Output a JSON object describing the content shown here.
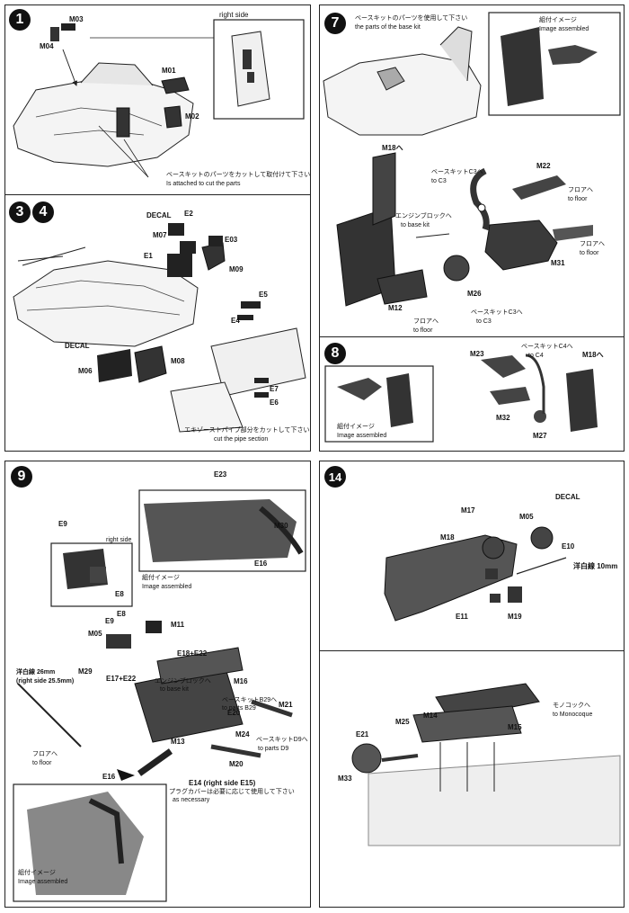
{
  "panel1": {
    "badge": "1",
    "inset_title": "right side",
    "parts": {
      "m03": "M03",
      "m04": "M04",
      "m01": "M01",
      "m02": "M02"
    },
    "note_jp": "ベースキットのパーツをカットして取付けて下さい",
    "note_en": "Is attached to cut the parts"
  },
  "panel34": {
    "badge_a": "3",
    "badge_b": "4",
    "parts": {
      "decal_top": "DECAL",
      "e2": "E2",
      "m07": "M07",
      "e03": "E03",
      "e1": "E1",
      "m09": "M09",
      "decal_bottom": "DECAL",
      "m06": "M06",
      "m08": "M08",
      "e5": "E5",
      "e4": "E4",
      "e7": "E7",
      "e6": "E6"
    },
    "note_jp": "エキゾーストパイプ部分をカットして下さい",
    "note_en": "cut the pipe section"
  },
  "panel7": {
    "badge": "7",
    "base_jp": "ベースキットのパーツを使用して下さい",
    "base_en": "the parts of the base kit",
    "assembled_jp": "組付イメージ",
    "assembled_en": "Image assembled",
    "m18_to": "M18へ",
    "c3_jp": "ベースキットC3へ",
    "c3_en": "to C3",
    "m22": "M22",
    "floor1_jp": "フロアへ",
    "floor1_en": "to floor",
    "engine_block_jp": "エンジンブロックへ",
    "engine_block_en": "to base kit",
    "floor2_jp": "フロアへ",
    "floor2_en": "to floor",
    "m31": "M31",
    "m26": "M26",
    "m12": "M12",
    "floor3_jp": "フロアへ",
    "floor3_en": "to floor",
    "c3b_jp": "ベースキットC3へ",
    "c3b_en": "to C3"
  },
  "panel8": {
    "badge": "8",
    "assembled_jp": "組付イメージ",
    "assembled_en": "Image assembled",
    "m23": "M23",
    "c4_jp": "ベースキットC4へ",
    "c4_en": "to C4",
    "m18_to": "M18へ",
    "m32": "M32",
    "m27": "M27"
  },
  "panel9": {
    "badge": "9",
    "e23": "E23",
    "m30": "M30",
    "e16a": "E16",
    "assembled_jp": "組付イメージ",
    "assembled_en": "Image assembled",
    "right_side": "right side",
    "e9": "E9",
    "e8": "E8",
    "e8b": "E8",
    "e9b": "E9",
    "m05": "M05",
    "m11": "M11",
    "e18": "E18+E22",
    "m16": "M16",
    "wire_jp": "洋白線  26mm",
    "wire_en": "(right side 25.5mm)",
    "m29": "M29",
    "e17": "E17+E22",
    "engine_jp": "エンジンブロックへ",
    "engine_en": "to base kit",
    "b29_jp": "ベースキットB29へ",
    "b29_en": "to parts B29",
    "m21": "M21",
    "e20": "E20",
    "m24": "M24",
    "d9_jp": "ベースキットD9へ",
    "d9_en": "to parts D9",
    "m13": "M13",
    "m20": "M20",
    "floor_jp": "フロアへ",
    "floor_en": "to floor",
    "e16b": "E16",
    "e14": "E14 (right side E15)",
    "plug_jp": "プラグカバーは必要に応じて使用して下さい",
    "plug_en": "as necessary",
    "bottom_jp": "組付イメージ",
    "bottom_en": "Image assembled"
  },
  "panel14": {
    "badge": "14",
    "decal": "DECAL",
    "m17": "M17",
    "m05": "M05",
    "m18": "M18",
    "e10": "E10",
    "wire": "洋白線  10mm",
    "e11": "E11",
    "m19": "M19",
    "mono_jp": "モノコックへ",
    "mono_en": "to Monocoque",
    "m25": "M25",
    "m14": "M14",
    "m15": "M15",
    "e21": "E21",
    "m33": "M33"
  }
}
